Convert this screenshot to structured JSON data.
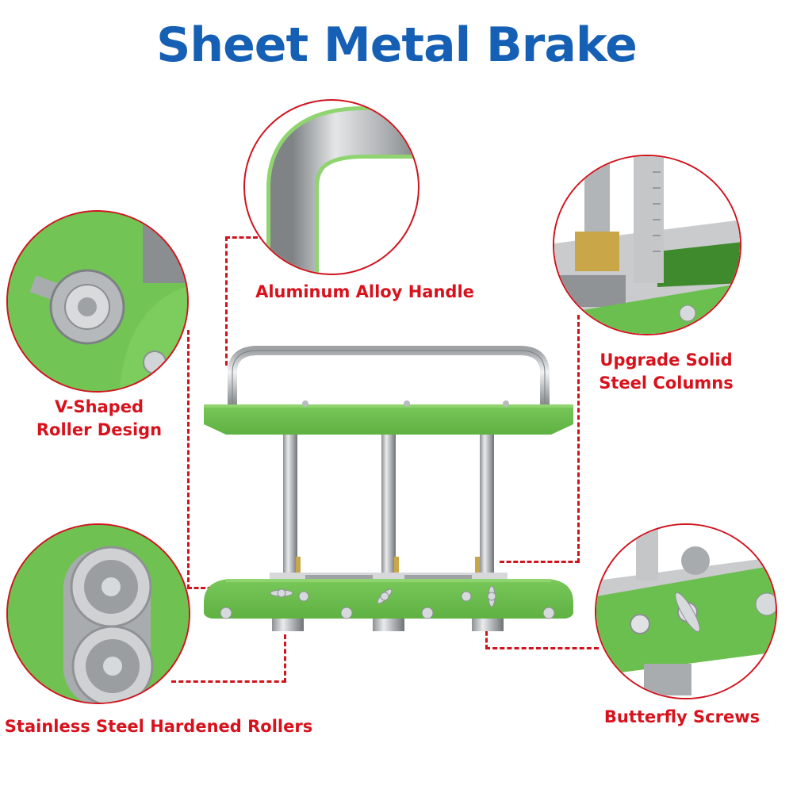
{
  "title": "Sheet Metal Brake",
  "colors": {
    "title": "#1560b4",
    "callout": "#d0141e",
    "body_green": "#6bbf4e",
    "steel": "#c4c6c8",
    "brass": "#c9a648"
  },
  "callouts": [
    {
      "id": "handle",
      "label": "Aluminum Alloy Handle"
    },
    {
      "id": "roller",
      "label_line1": "V-Shaped",
      "label_line2": "Roller Design"
    },
    {
      "id": "columns",
      "label_line1": "Upgrade Solid",
      "label_line2": "Steel Columns"
    },
    {
      "id": "hardened",
      "label": "Stainless Steel Hardened Rollers"
    },
    {
      "id": "butterfly",
      "label": "Butterfly Screws"
    }
  ]
}
